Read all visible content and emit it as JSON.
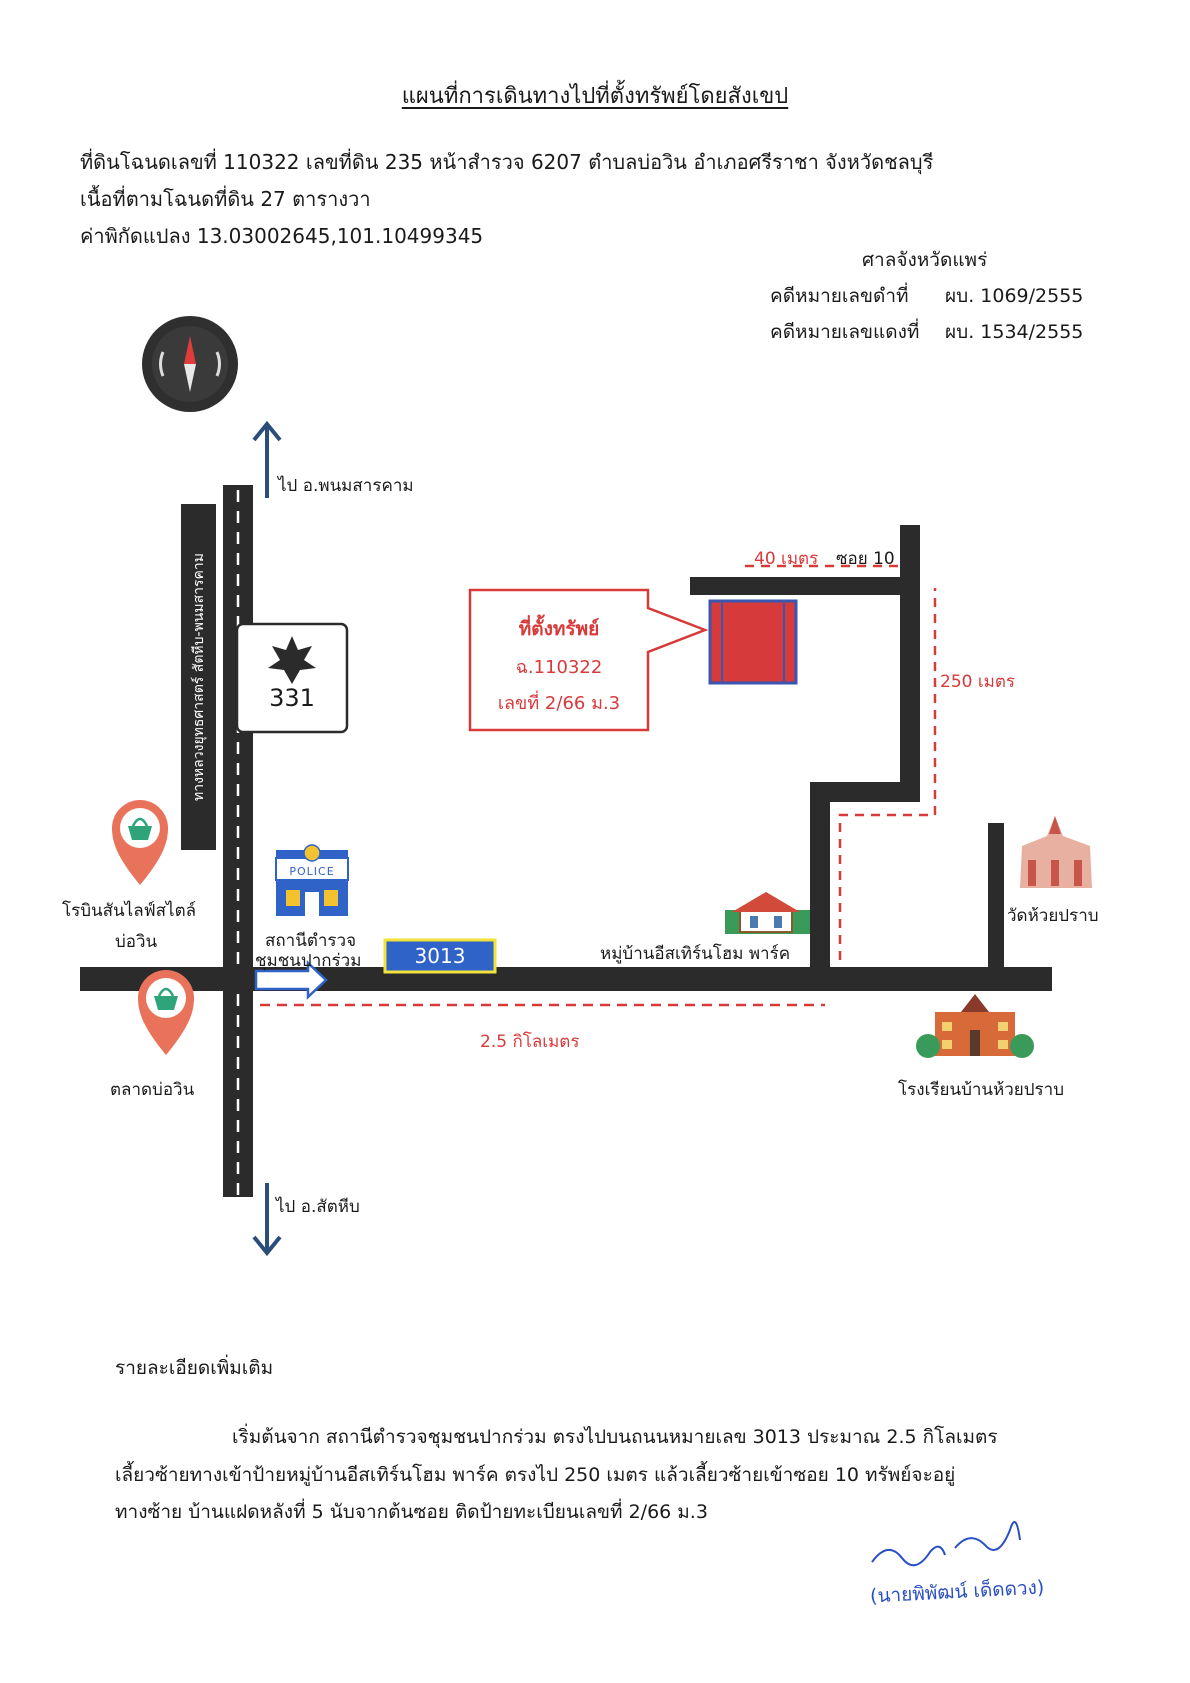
{
  "title": "แผนที่การเดินทางไปที่ตั้งทรัพย์โดยสังเขป",
  "header": {
    "line1": "ที่ดินโฉนดเลขที่ 110322 เลขที่ดิน 235 หน้าสำรวจ 6207 ตำบลบ่อวิน อำเภอศรีราชา จังหวัดชลบุรี",
    "line2": "เนื้อที่ตามโฉนดที่ดิน 27 ตารางวา",
    "line3": "ค่าพิกัดแปลง 13.03002645,101.10499345"
  },
  "court": {
    "name": "ศาลจังหวัดแพร่",
    "black_case_label": "คดีหมายเลขดำที่",
    "black_case_no": "ผบ. 1069/2555",
    "red_case_label": "คดีหมายเลขแดงที่",
    "red_case_no": "ผบ. 1534/2555"
  },
  "map": {
    "north_direction": "ไป อ.พนมสารคาม",
    "south_direction": "ไป อ.สัตหีบ",
    "highway_name": "ทางหลวงยุทธศาสตร์ สัตหีบ-พนมสารคาม",
    "highway_no": "331",
    "road_no": "3013",
    "soi_label": "ซอย 10",
    "soi_distance": "40 เมตร",
    "village_distance": "250 เมตร",
    "road_distance": "2.5 กิโลเมตร",
    "property_box": {
      "title": "ที่ตั้งทรัพย์",
      "deed": "ฉ.110322",
      "house_no": "เลขที่ 2/66 ม.3"
    },
    "landmarks": {
      "robinson_line1": "โรบินสันไลฟ์สไตล์",
      "robinson_line2": "บ่อวิน",
      "market": "ตลาดบ่อวิน",
      "police_line1": "สถานีตำรวจ",
      "police_line2": "ชุมชนปากร่วม",
      "police_sign": "POLICE",
      "village": "หมู่บ้านอีสเทิร์นโฮม พาร์ค",
      "temple": "วัดห้วยปราบ",
      "school": "โรงเรียนบ้านห้วยปราบ"
    },
    "colors": {
      "road": "#2b2b2b",
      "accent_red": "#d83a3a",
      "property_fill": "#d63a3a",
      "property_border": "#3a56b0",
      "road_sign_bg": "#2f63c7",
      "road_sign_border": "#f2e33a"
    }
  },
  "details": {
    "heading": "รายละเอียดเพิ่มเติม",
    "line1": "เริ่มต้นจาก สถานีตำรวจชุมชนปากร่วม ตรงไปบนถนนหมายเลข 3013 ประมาณ 2.5 กิโลเมตร",
    "line2": "เลี้ยวซ้ายทางเข้าป้ายหมู่บ้านอีสเทิร์นโฮม พาร์ค ตรงไป 250 เมตร แล้วเลี้ยวซ้ายเข้าซอย 10 ทรัพย์จะอยู่",
    "line3": "ทางซ้าย บ้านแฝดหลังที่ 5 นับจากต้นซอย ติดป้ายทะเบียนเลขที่ 2/66 ม.3"
  },
  "signature": {
    "name": "(นายพิพัฒน์ เด็ดดวง)"
  }
}
